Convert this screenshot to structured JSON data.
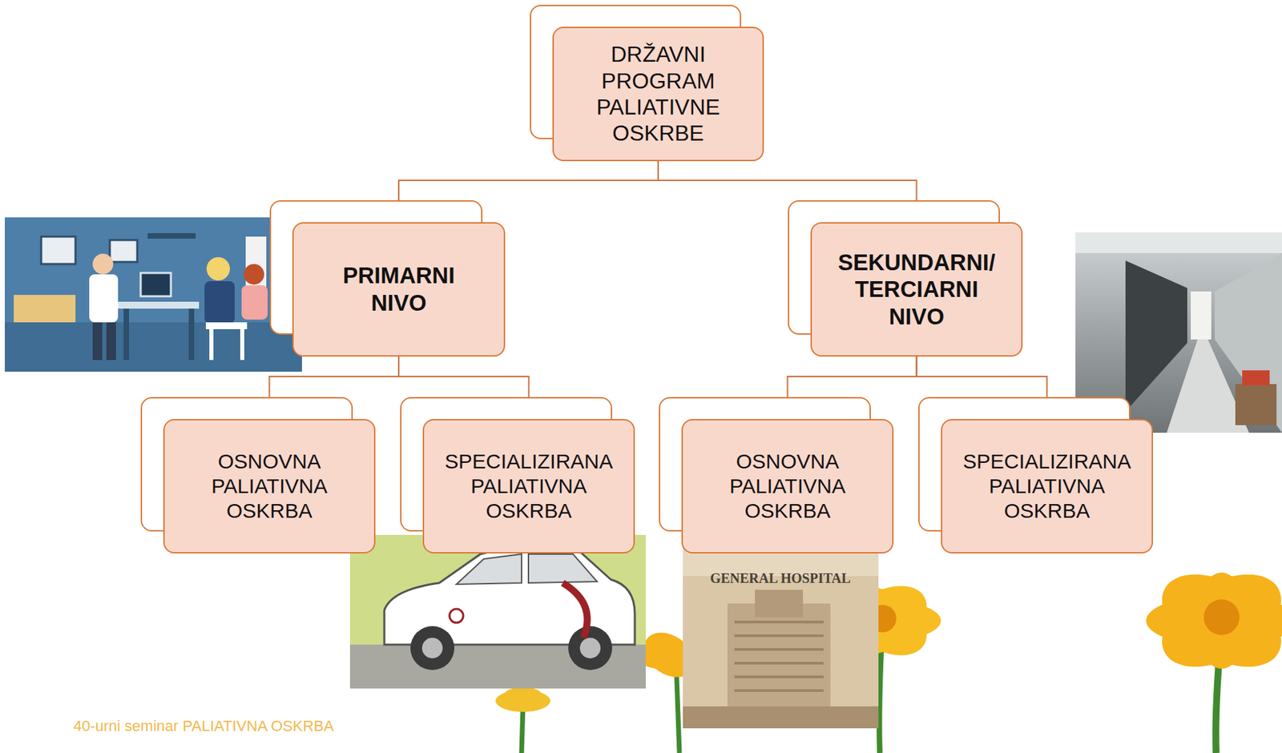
{
  "diagram": {
    "nodes": [
      {
        "text": [
          "DRŽAVNI PROGRAM PALIATIVNE OSKRBE"
        ]
      },
      {
        "text": [
          "PRIMARNI NIVO"
        ]
      },
      {
        "text": [
          "SEKUNDARNI/ TERCIARNI NIVO"
        ]
      },
      {
        "text": [
          "OSNOVNA PALIATIVNA OSKRBA"
        ]
      },
      {
        "text": [
          "SPECIALIZIRANA PALIATIVNA OSKRBA"
        ]
      },
      {
        "text": [
          "OSNOVNA PALIATIVNA OSKRBA"
        ]
      },
      {
        "text": [
          "SPECIALIZIRANA PALIATIVNA OSKRBA"
        ]
      }
    ],
    "edges": [
      {
        "from": 0,
        "to": 1,
        "arrow": "none"
      },
      {
        "from": 0,
        "to": 2,
        "arrow": "none"
      },
      {
        "from": 1,
        "to": 3,
        "arrow": "none"
      },
      {
        "from": 1,
        "to": 4,
        "arrow": "none"
      },
      {
        "from": 2,
        "to": 5,
        "arrow": "none"
      },
      {
        "from": 2,
        "to": 6,
        "arrow": "none"
      }
    ],
    "labels": [
      "GENERAL HOSPITAL",
      "40-urni seminar PALIATIVNA OSKRBA"
    ]
  }
}
